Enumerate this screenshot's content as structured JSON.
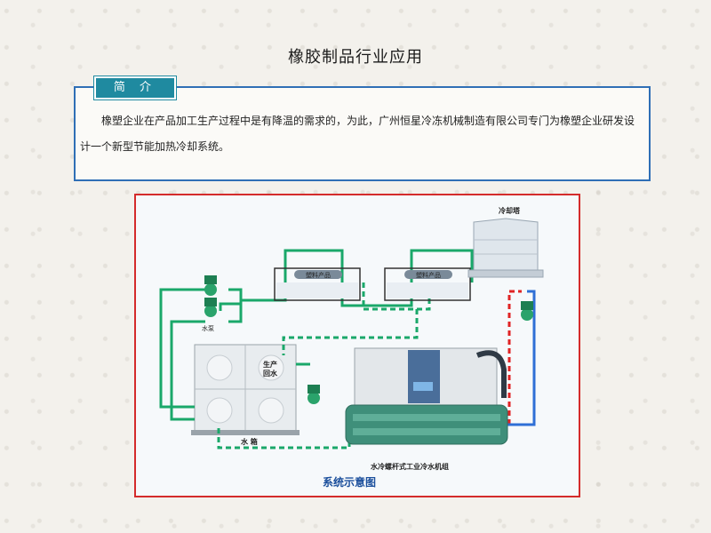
{
  "page": {
    "title": "橡胶制品行业应用"
  },
  "intro": {
    "tab_label": "简 介",
    "text": "橡塑企业在产品加工生产过程中是有降温的需求的，为此，广州恒星冷冻机械制造有限公司专门为橡塑企业研发设计一个新型节能加热冷却系统。"
  },
  "diagram": {
    "cooling_tower_label": "冷却塔",
    "product_label_1": "塑料产品",
    "product_label_2": "塑料产品",
    "pump_label": "水泵",
    "tank_label": "水 箱",
    "return_label": "生产回水",
    "chiller_label": "水冷螺杆式工业冷水机组",
    "caption": "系统示意图",
    "colors": {
      "pipe_green": "#1aa86a",
      "pipe_red": "#e02424",
      "pipe_blue": "#2f6fd6",
      "frame_red": "#d42b2b"
    }
  }
}
